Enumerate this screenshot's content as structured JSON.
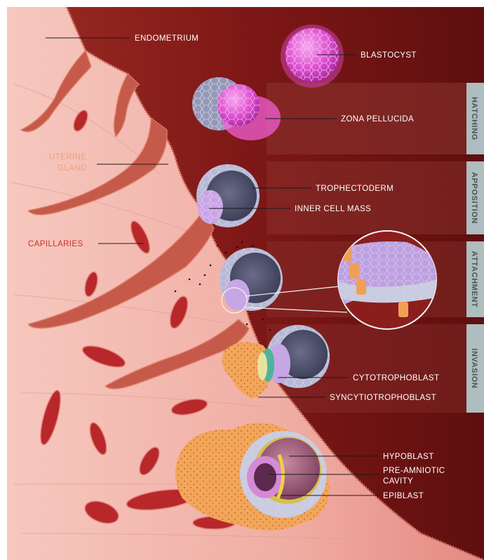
{
  "diagram": {
    "labels": {
      "endometrium": "ENDOMETRIUM",
      "blastocyst": "BLASTOCYST",
      "zona_pellucida": "ZONA PELLUCIDA",
      "uterine_gland_line1": "UTERINE",
      "uterine_gland_line2": "GLAND",
      "trophectoderm": "TROPHECTODERM",
      "inner_cell_mass": "INNER CELL MASS",
      "capillaries": "CAPILLARIES",
      "cytotrophoblast": "CYTOTROPHOBLAST",
      "syncytiotrophoblast": "SYNCYTIOTROPHOBLAST",
      "hypoblast": "HYPOBLAST",
      "pre_amniotic_line1": "PRE-AMNIOTIC",
      "pre_amniotic_line2": "CAVITY",
      "epiblast": "EPIBLAST"
    },
    "stages": {
      "hatching": "HATCHING",
      "apposition": "APPOSITION",
      "attachment": "ATTACHMENT",
      "invasion": "INVASION"
    },
    "colors": {
      "background_dark": "#7e1816",
      "tissue": "#f2b6ad",
      "gland": "#c65a4a",
      "capillary": "#b8282a",
      "blastocyst_pink": "#e05cd0",
      "trophoblast_grey": "#8d8fb0",
      "syncytio_orange": "#f2a65a",
      "stage_panel": "#a9b8ba"
    }
  }
}
